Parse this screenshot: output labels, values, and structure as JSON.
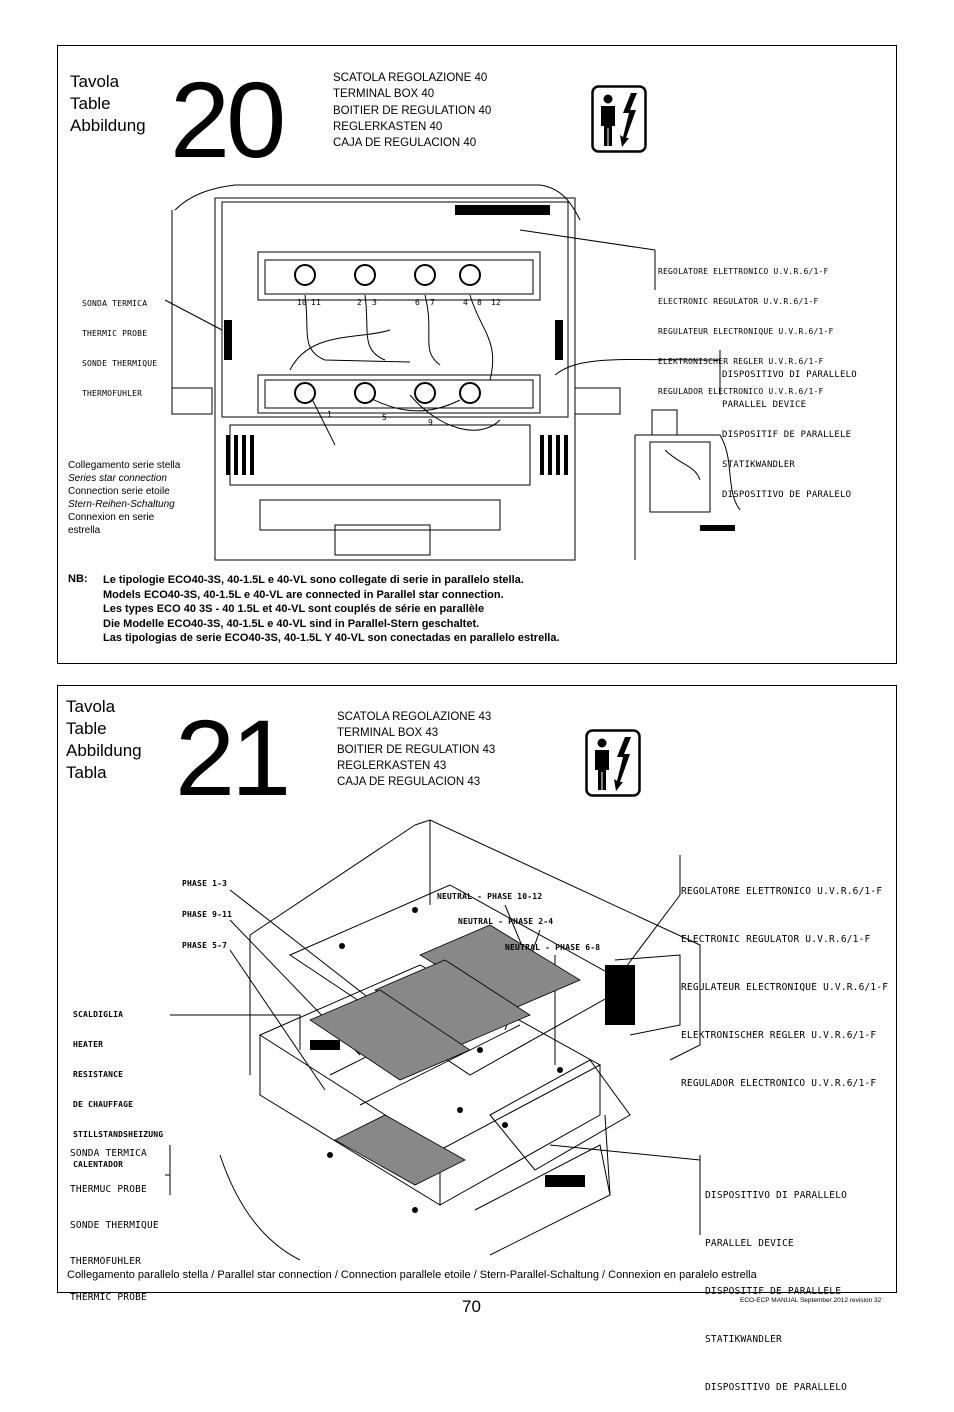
{
  "panel20": {
    "labels": [
      "Tavola",
      "Table",
      "Abbildung"
    ],
    "number": "20",
    "titles": [
      "SCATOLA REGOLAZIONE 40",
      "TERMINAL BOX 40",
      "BOITIER DE REGULATION 40",
      "REGLERKASTEN 40",
      "CAJA DE REGULACION 40"
    ],
    "callout_probe": [
      "SONDA TERMICA",
      "THERMIC PROBE",
      "SONDE THERMIQUE",
      "THERMOFUHLER"
    ],
    "callout_regulator": [
      "REGOLATORE ELETTRONICO U.V.R.6/1-F",
      "ELECTRONIC REGULATOR U.V.R.6/1-F",
      "REGULATEUR ELECTRONIQUE U.V.R.6/1-F",
      "ELEKTRONISCHER REGLER U.V.R.6/1-F",
      "REGULADOR ELECTRONICO U.V.R.6/1-F"
    ],
    "callout_parallel": [
      "DISPOSITIVO DI PARALLELO",
      "PARALLEL DEVICE",
      "DISPOSITIF DE PARALLELE",
      "STATIKWANDLER",
      "DISPOSITIVO DE PARALELO"
    ],
    "terminal_numbers": [
      "10",
      "11",
      "2",
      "3",
      "6",
      "7",
      "4",
      "8",
      "12",
      "1",
      "5",
      "9"
    ],
    "connection_note": [
      {
        "text": "Collegamento serie stella",
        "italic": false
      },
      {
        "text": "Series star connection",
        "italic": true
      },
      {
        "text": "Connection serie etoile",
        "italic": false
      },
      {
        "text": "Stern-Reihen-Schaltung",
        "italic": true
      },
      {
        "text": "Connexion en serie",
        "italic": false
      },
      {
        "text": "estrella",
        "italic": false
      }
    ],
    "nb_tag": "NB:",
    "nb_lines": [
      "Le tipologie ECO40-3S, 40-1.5L e 40-VL sono collegate di serie in parallelo stella.",
      "Models ECO40-3S, 40-1.5L e 40-VL are connected in Parallel star connection.",
      "Les types ECO 40 3S - 40 1.5L et 40-VL sont couplés de série en parallèle",
      "Die Modelle ECO40-3S, 40-1.5L e 40-VL sind in Parallel-Stern geschaltet.",
      "Las tipologias de serie ECO40-3S, 40-1.5L Y 40-VL son conectadas en parallelo estrella."
    ]
  },
  "panel21": {
    "labels": [
      "Tavola",
      "Table",
      "Abbildung",
      "Tabla"
    ],
    "number": "21",
    "titles": [
      "SCATOLA REGOLAZIONE 43",
      "TERMINAL BOX 43",
      "BOITIER DE REGULATION 43",
      "REGLERKASTEN 43",
      "CAJA DE REGULACION 43"
    ],
    "phases_left": [
      "PHASE 1-3",
      "PHASE 9-11",
      "PHASE 5-7"
    ],
    "neutrals": [
      "NEUTRAL - PHASE 10-12",
      "NEUTRAL - PHASE 2-4",
      "NEUTRAL - PHASE 6-8"
    ],
    "callout_heater": [
      "SCALDIGLIA",
      "HEATER",
      "RESISTANCE",
      "DE CHAUFFAGE",
      "STILLSTANDSHEIZUNG",
      "CALENTADOR"
    ],
    "callout_probe": [
      "SONDA TERMICA",
      "THERMUC PROBE",
      "SONDE THERMIQUE",
      "THERMOFUHLER",
      "THERMIC PROBE"
    ],
    "callout_regulator": [
      "REGOLATORE ELETTRONICO U.V.R.6/1-F",
      "ELECTRONIC REGULATOR U.V.R.6/1-F",
      "REGULATEUR ELECTRONIQUE U.V.R.6/1-F",
      "ELEKTRONISCHER REGLER U.V.R.6/1-F",
      "REGULADOR ELECTRONICO U.V.R.6/1-F"
    ],
    "callout_parallel": [
      "DISPOSITIVO DI PARALLELO",
      "PARALLEL DEVICE",
      "DISPOSITIF DE PARALLELE",
      "STATIKWANDLER",
      "DISPOSITIVO DE PARALLELO"
    ],
    "caption": "Collegamento parallelo stella / Parallel star connection / Connection parallele etoile / Stern-Parallel-Schaltung / Connexion en paralelo estrella"
  },
  "page_number": "70",
  "footer": "ECO-ECP MANUAL September 2012 revision 32"
}
